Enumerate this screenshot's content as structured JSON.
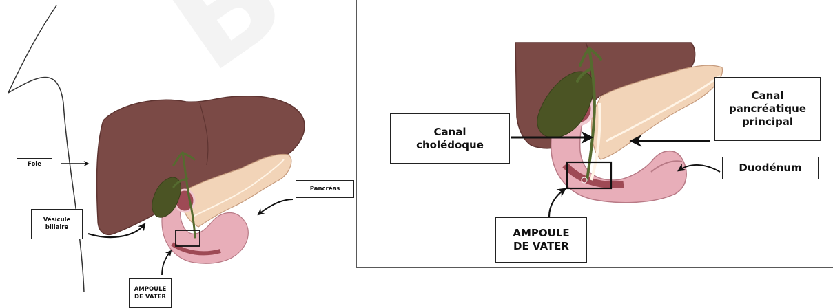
{
  "watermark": "B F",
  "left_panel": {
    "labels": {
      "foie": "Foie",
      "vesicule": "Vésicule\nbiliaire",
      "pancreas": "Pancréas",
      "ampoule": "AMPOULE\nDE VATER"
    }
  },
  "right_panel": {
    "labels": {
      "canal_choledoque": "Canal\ncholédoque",
      "canal_pancreatique": "Canal\npancréatique\nprincipal",
      "duodenum": "Duodénum",
      "ampoule": "AMPOULE\nDE VATER"
    }
  },
  "colors": {
    "liver": "#7b4a46",
    "liver_dark": "#5e3431",
    "gallbladder": "#4b5424",
    "pancreas": "#f2d4b8",
    "duodenum": "#e8aeb9",
    "duodenum_dark": "#9e4a55",
    "bile_duct": "#556b2f"
  }
}
